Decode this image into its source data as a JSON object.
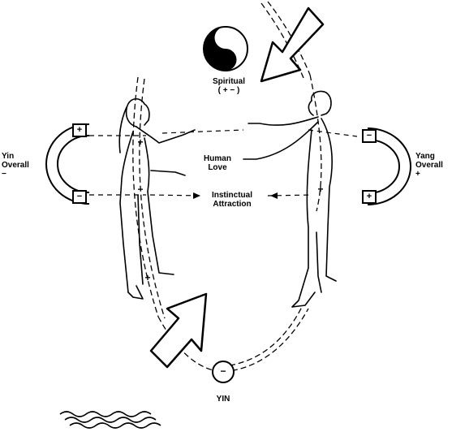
{
  "labels": {
    "spiritual": "Spiritual",
    "spiritual_polarity": "( +  − )",
    "human": "Human",
    "love": "Love",
    "instinctual": "Instinctual",
    "attraction": "Attraction",
    "yin_left_1": "Yin",
    "yin_left_2": "Overall",
    "yin_left_sign": "−",
    "yang_right_1": "Yang",
    "yang_right_2": "Overall",
    "yang_right_sign": "+",
    "yin_bottom": "YIN",
    "bottom_circle_sign": "−",
    "female_mark_chest": "+",
    "female_mark_lower": "−",
    "female_mark_foot": "+",
    "male_mark_hip": "+",
    "left_magnet_top": "+",
    "left_magnet_bottom": "−",
    "right_magnet_top": "−",
    "right_magnet_bottom": "+"
  },
  "symbols": {
    "top": "yin-yang-icon",
    "bottom": "water-waves-icon"
  }
}
